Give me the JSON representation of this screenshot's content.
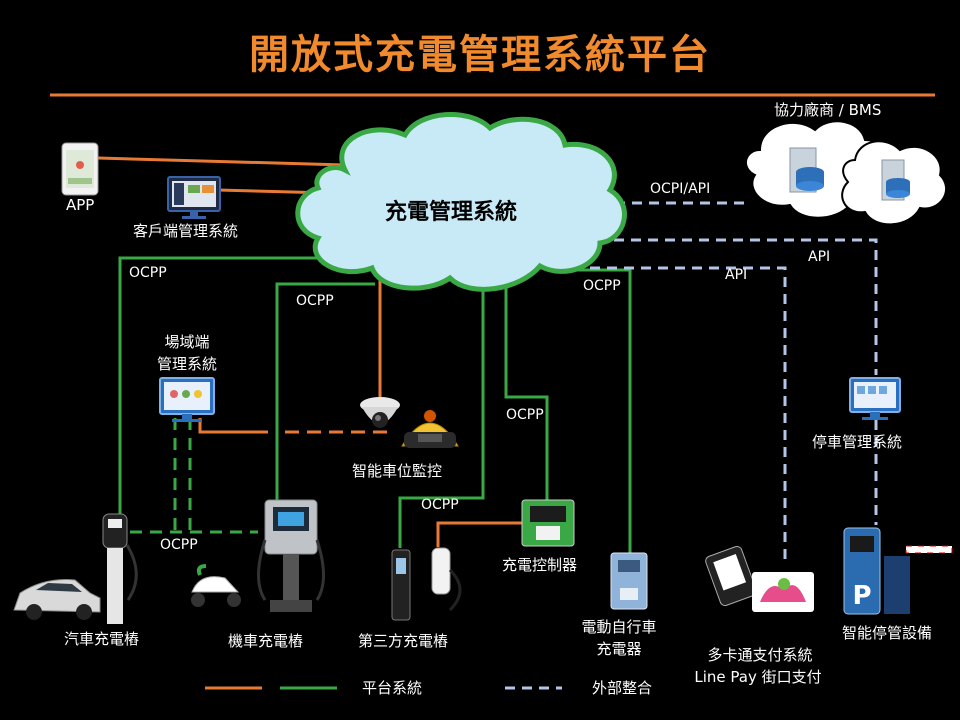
{
  "title": "開放式充電管理系統平台",
  "colors": {
    "platform_orange": "#e87a36",
    "platform_green": "#39a845",
    "external_dash": "#b4c6e7",
    "title": "#f08a2c",
    "cloud_fill": "#c7eaf6",
    "cloud_stroke": "#39a845"
  },
  "center": {
    "label": "充電管理系統"
  },
  "nodes": {
    "app": "APP",
    "client_mgmt": "客戶端管理系統",
    "partner": "協力廠商 / BMS",
    "site_mgmt_line1": "場域端",
    "site_mgmt_line2": "管理系統",
    "parking_monitor": "智能車位監控",
    "charge_controller": "充電控制器",
    "parking_mgmt": "停車管理系統",
    "car_charger": "汽車充電樁",
    "scooter_charger": "機車充電樁",
    "third_party_charger": "第三方充電樁",
    "ebike_line1": "電動自行車",
    "ebike_line2": "充電器",
    "payment_line1": "多卡通支付系統",
    "payment_line2": "Line Pay  街口支付",
    "parking_equipment": "智能停管設備"
  },
  "edge_labels": {
    "ocpp_left": "OCPP",
    "ocpp_scooter": "OCPP",
    "ocpp_ebike": "OCPP",
    "ocpp_controller": "OCPP",
    "ocpp_third": "OCPP",
    "ocpp_site": "OCPP",
    "ocpi_api": "OCPI/API",
    "api_right": "API",
    "api_mid": "API"
  },
  "legend": {
    "platform": "平台系統",
    "external": "外部整合"
  },
  "icons": [
    "phone-app-icon",
    "monitor-icon",
    "database-server-icon",
    "camera-icon",
    "parking-sensor-icon",
    "charger-icon",
    "scooter-icon",
    "car-icon",
    "payment-card-icon",
    "parking-gate-icon"
  ]
}
